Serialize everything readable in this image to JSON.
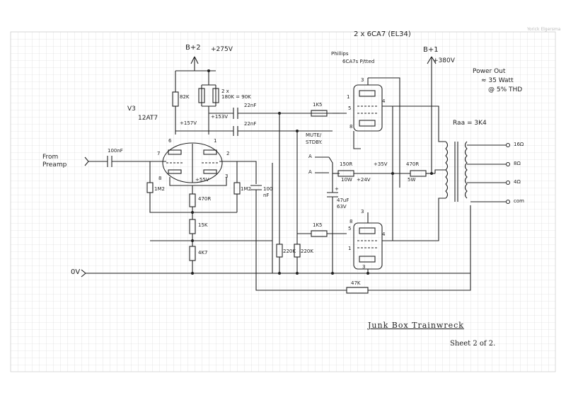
{
  "brand": "Yorick Elgersma",
  "rails": {
    "b_plus_2": "B+2",
    "b_plus_2_voltage": "+275V",
    "b_plus_1": "B+1",
    "b_plus_1_voltage": "+380V",
    "zero_volt": "0V"
  },
  "input": {
    "label_line1": "From",
    "label_line2": "Preamp",
    "cap": "100nF"
  },
  "phase_splitter": {
    "designator": "V3",
    "type": "12AT7",
    "pin6": "6",
    "pin1": "1",
    "pin7": "7",
    "pin2": "2",
    "pin8": "8",
    "pin3": "3",
    "anode_left_v": "+157V",
    "anode_right_v": "+153V",
    "cathode_v": "+55V",
    "anode_res_left": "82K",
    "anode_res_right": "2 x",
    "anode_res_right2": "180K = 90K",
    "grid_res_left": "1M2",
    "grid_res_right": "1M2",
    "cathode_res1": "470R",
    "cathode_res2": "15K",
    "cathode_res3": "4K7",
    "decoupling_cap": "100",
    "decoupling_cap_unit": "nF",
    "coupling_cap_top": "22nF",
    "coupling_cap_bottom": "22nF"
  },
  "output_stage": {
    "tubes_heading": "2 x 6CA7 (EL34)",
    "tubes_brand_line1": "Phillips",
    "tubes_brand_line2": "6CA7s P/tted",
    "grid_stopper_top": "1K5",
    "grid_stopper_bottom": "1K5",
    "grid_leak_left": "220K",
    "grid_leak_right": "220K",
    "top_pin3": "3",
    "top_pin5": "5",
    "top_pin4": "4",
    "top_pin8": "8",
    "top_pin1": "1",
    "bot_pin3": "3",
    "bot_pin5": "5",
    "bot_pin4": "4",
    "bot_pin8": "8",
    "bot_pin1": "1",
    "bot_pin3b": "3"
  },
  "mute": {
    "label_line1": "MUTE/",
    "label_line2": "STDBY.",
    "pos_a": "A",
    "pos_b": "A",
    "res": "150R",
    "res_power": "10W",
    "v_after": "+24V",
    "v_screen": "+35V",
    "cap": "47uF",
    "cap_v": "63V",
    "cap_plus": "+"
  },
  "screen": {
    "res": "470R",
    "res_power": "5W"
  },
  "transformer": {
    "power_line1": "Power Out",
    "power_line2": "≈ 35 Watt",
    "power_line3": "@ 5% THD",
    "raa": "Raa = 3K4",
    "tap1": "16Ω",
    "tap2": "8Ω",
    "tap3": "4Ω",
    "tap4": "com"
  },
  "feedback": {
    "res": "47K"
  },
  "footer": {
    "title": "Junk Box Trainwreck",
    "sheet": "Sheet 2 of 2."
  }
}
